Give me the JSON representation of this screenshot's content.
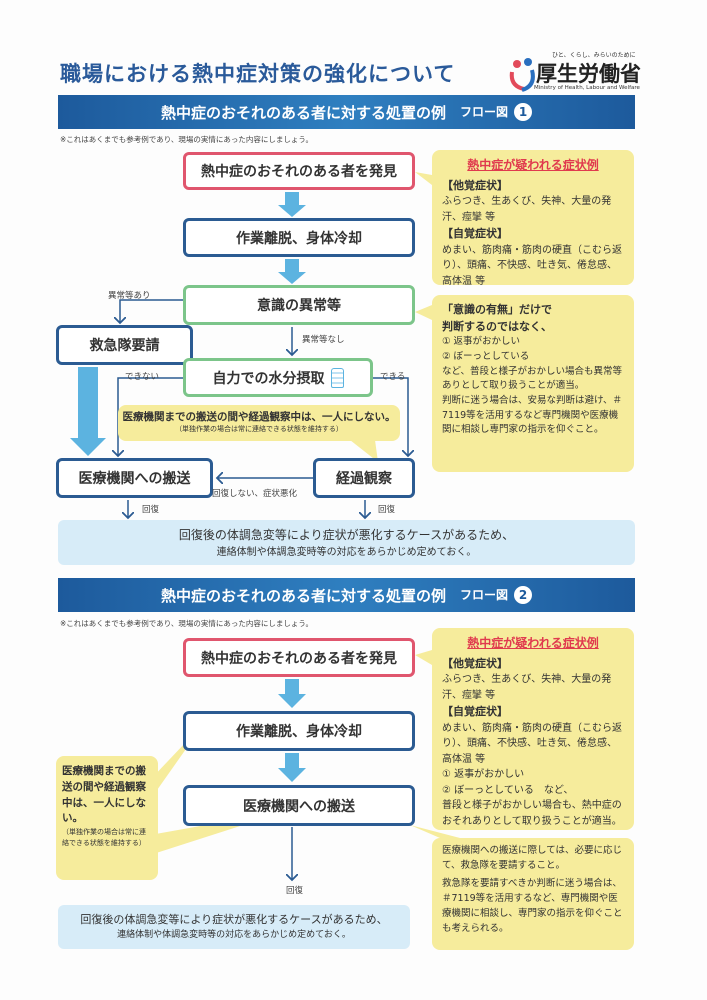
{
  "title": "職場における熱中症対策の強化について",
  "logo": {
    "tagline": "ひと、くらし、みらいのために",
    "name": "厚生労働省",
    "english": "Ministry of Health, Labour and Welfare"
  },
  "flow1": {
    "banner": "熱中症のおそれのある者に対する処置の例",
    "flow_label": "フロー図",
    "flow_num": "1",
    "note": "※これはあくまでも参考例であり、現場の実情にあった内容にしましょう。",
    "discover": "熱中症のおそれのある者を発見",
    "cool": "作業離脱、身体冷却",
    "conscious": "意識の異常等",
    "abnormal_yes": "異常等あり",
    "abnormal_no": "異常等なし",
    "ambulance": "救急隊要請",
    "water": "自力での水分摂取",
    "cannot": "できない",
    "can": "できる",
    "callout": "医療機関までの搬送の間や経過観察中は、一人にしない。",
    "callout_sub": "（単独作業の場合は常に連絡できる状態を維持する）",
    "transport": "医療機関への搬送",
    "observe": "経過観察",
    "no_recover": "回復しない、症状悪化",
    "recover1": "回復",
    "recover2": "回復",
    "panel1": "回復後の体調急変等により症状が悪化するケースがあるため、",
    "panel2": "連絡体制や体調急変時等の対応をあらかじめ定めておく。",
    "symptoms": {
      "heading": "熱中症が疑われる症状例",
      "other_h": "【他覚症状】",
      "other": "ふらつき、生あくび、失神、大量の発汗、痙攣 等",
      "self_h": "【自覚症状】",
      "self": "めまい、筋肉痛・筋肉の硬直（こむら返り）、頭痛、不快感、吐き気、倦怠感、高体温 等"
    },
    "judge": {
      "l1": "「意識の有無」だけで",
      "l2": "判断するのではなく、",
      "i1": "① 返事がおかしい",
      "i2": "② ぼーっとしている",
      "t1": "など、普段と様子がおかしい場合も異常等ありとして取り扱うことが適当。",
      "t2": "判断に迷う場合は、安易な判断は避け、＃7119等を活用するなど専門機関や医療機関に相談し専門家の指示を仰ぐこと。"
    }
  },
  "flow2": {
    "banner": "熱中症のおそれのある者に対する処置の例",
    "flow_label": "フロー図",
    "flow_num": "2",
    "note": "※これはあくまでも参考例であり、現場の実情にあった内容にしましょう。",
    "discover": "熱中症のおそれのある者を発見",
    "cool": "作業離脱、身体冷却",
    "transport": "医療機関への搬送",
    "recover": "回復",
    "callout": "医療機関までの搬送の間や経過観察中は、一人にしない。",
    "callout_sub": "（単独作業の場合は常に連絡できる状態を維持する）",
    "panel1": "回復後の体調急変等により症状が悪化するケースがあるため、",
    "panel2": "連絡体制や体調急変時等の対応をあらかじめ定めておく。",
    "symptoms": {
      "heading": "熱中症が疑われる症状例",
      "other_h": "【他覚症状】",
      "other": "ふらつき、生あくび、失神、大量の発汗、痙攣 等",
      "self_h": "【自覚症状】",
      "self": "めまい、筋肉痛・筋肉の硬直（こむら返り）、頭痛、不快感、吐き気、倦怠感、高体温 等",
      "i1": "① 返事がおかしい",
      "i2": "② ぼーっとしている　など、",
      "t1": "普段と様子がおかしい場合も、熱中症のおそれありとして取り扱うことが適当。"
    },
    "advice": {
      "t1": "医療機関への搬送に際しては、必要に応じて、救急隊を要請すること。",
      "t2": "救急隊を要請すべきか判断に迷う場合は、＃7119等を活用するなど、専門機関や医療機関に相談し、専門家の指示を仰ぐことも考えられる。"
    }
  },
  "colors": {
    "blue": "#2b5b92",
    "red": "#e0566e",
    "green": "#7cc58a",
    "yellow": "#f6ec9c",
    "arrow": "#5cb3e0"
  }
}
